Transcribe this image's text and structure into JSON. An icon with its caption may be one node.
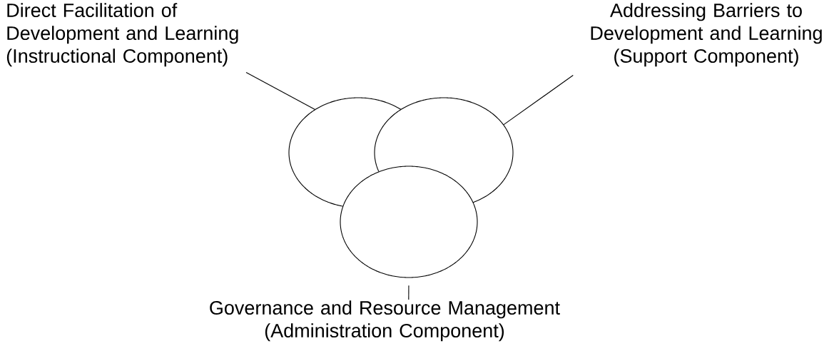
{
  "diagram": {
    "nodes": [
      {
        "text": [
          "Direct Facilitation of Development and Learning (Instructional Component)"
        ]
      },
      {
        "text": [
          "Addressing Barriers to Development and Learning (Support Component)"
        ]
      },
      {
        "text": [],
        "shape": "ellipse"
      },
      {
        "text": [],
        "shape": "ellipse"
      },
      {
        "text": [],
        "shape": "ellipse"
      },
      {
        "text": [
          "Governance and Resource Management (Administration Component)"
        ]
      }
    ],
    "edges": [
      {
        "from": 0,
        "to": 2,
        "arrow": "none"
      },
      {
        "from": 1,
        "to": 3,
        "arrow": "none"
      },
      {
        "from": 5,
        "to": 4,
        "arrow": "none"
      }
    ]
  }
}
